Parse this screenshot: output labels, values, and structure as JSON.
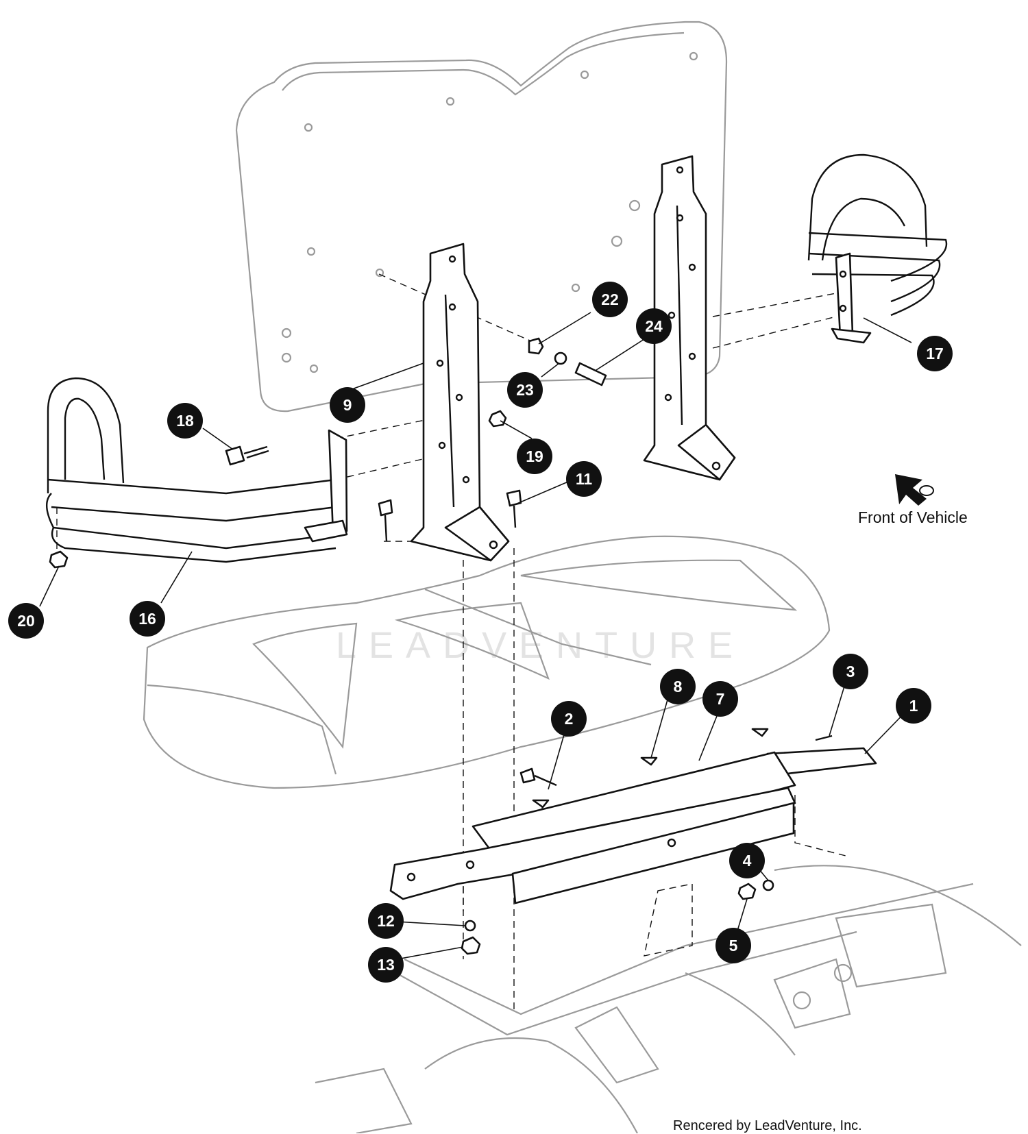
{
  "orientation_label": "Front of Vehicle",
  "credit": "Rencered by LeadVenture, Inc.",
  "watermark": "LEADVENTURE",
  "callouts": [
    "1",
    "2",
    "3",
    "4",
    "5",
    "7",
    "8",
    "9",
    "11",
    "12",
    "13",
    "16",
    "17",
    "18",
    "19",
    "20",
    "22",
    "23",
    "24"
  ],
  "colors": {
    "ink": "#111111",
    "ghost": "#9a9a9a",
    "callout_text": "#ffffff"
  }
}
